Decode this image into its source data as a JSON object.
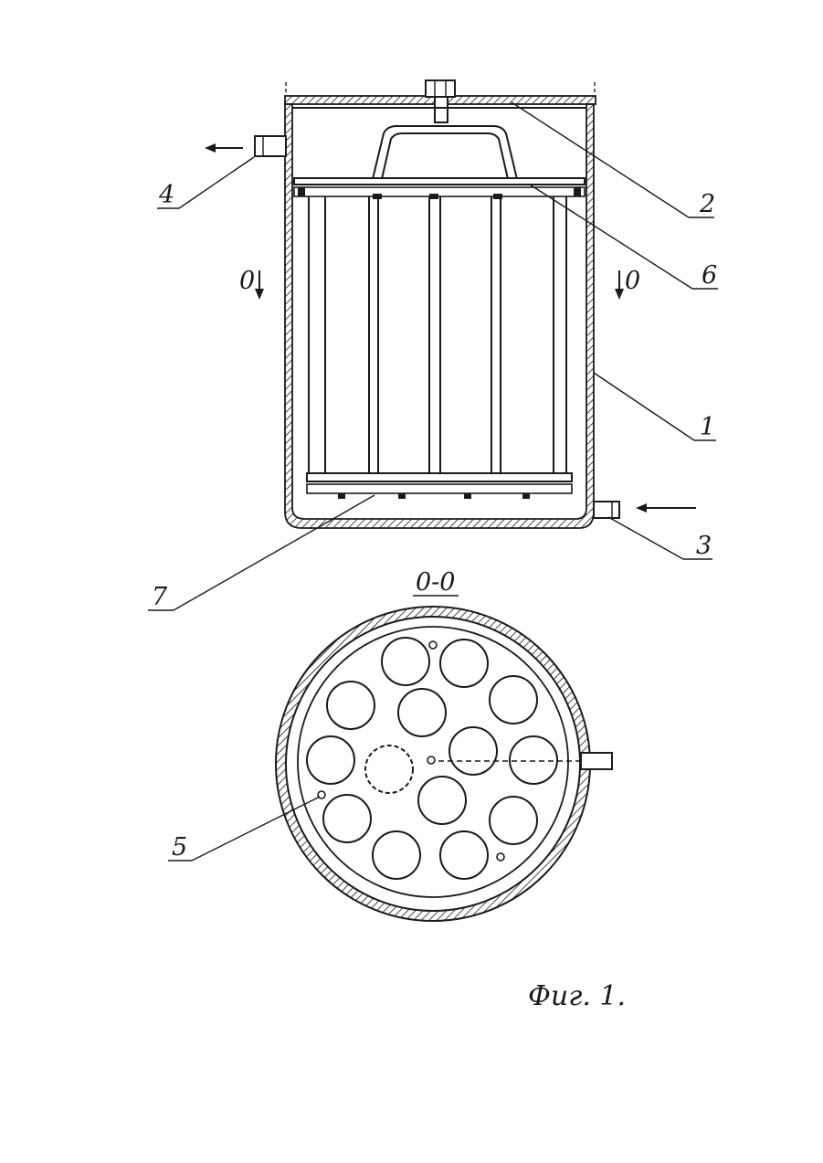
{
  "labels": {
    "l1": "1",
    "l2": "2",
    "l3": "3",
    "l4": "4",
    "l5": "5",
    "l6": "6",
    "l7": "7",
    "section_left": "0",
    "section_right": "0",
    "section_title": "0-0"
  },
  "caption": "Фиг. 1.",
  "colors": {
    "ink": "#1a1a1a",
    "paper": "#ffffff"
  }
}
